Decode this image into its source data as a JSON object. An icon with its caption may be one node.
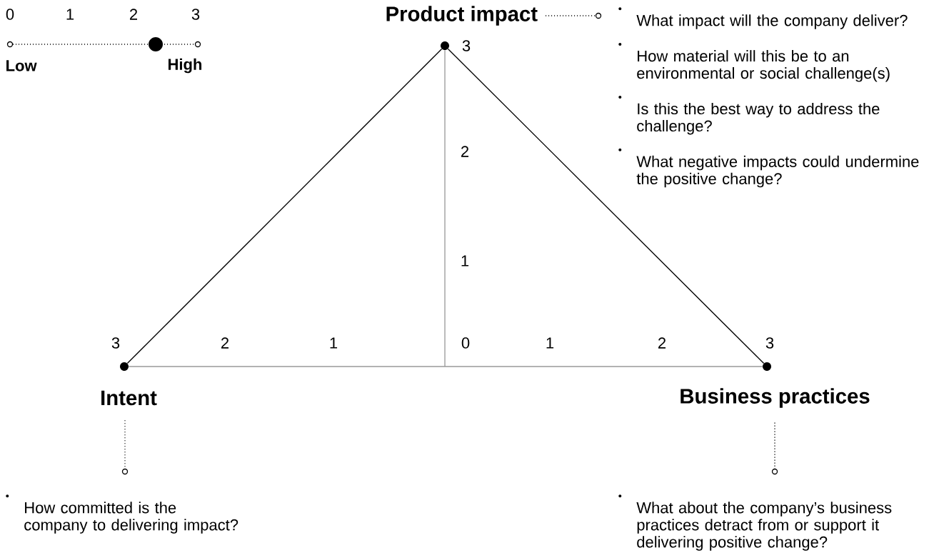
{
  "diagram": {
    "nodes": [
      {
        "text": [
          "Product impact"
        ]
      },
      {
        "text": [
          "What impact will the company deliver?",
          "How material will this be to an environmental or social challenge(s)",
          "Is this the best way to address the challenge?",
          "What negative impacts could undermine the positive change?"
        ]
      },
      {
        "text": [
          "Intent"
        ]
      },
      {
        "text": [
          "How committed is the company to delivering impact?"
        ]
      },
      {
        "text": [
          "Business practices"
        ]
      },
      {
        "text": [
          "What about the company’s business practices detract from or support it delivering positive change?"
        ]
      },
      {
        "text": [],
        "shape": "circle"
      },
      {
        "text": [],
        "shape": "circle"
      },
      {
        "text": [],
        "shape": "circle"
      },
      {
        "text": [],
        "shape": "circle"
      },
      {
        "text": [],
        "shape": "circle"
      },
      {
        "text": [],
        "shape": "circle"
      }
    ],
    "edges": [
      {
        "from": 0,
        "to": 9,
        "arrow": "none",
        "style": "dashed"
      },
      {
        "from": 2,
        "to": 10,
        "arrow": "none",
        "style": "dashed"
      },
      {
        "from": 4,
        "to": 11,
        "arrow": "none",
        "style": "dashed"
      },
      {
        "from": 6,
        "to": 7,
        "arrow": "none"
      },
      {
        "from": 6,
        "to": 8,
        "arrow": "none"
      },
      {
        "from": 7,
        "to": 8,
        "arrow": "none",
        "color": "#999999"
      },
      {
        "from": 6,
        "to": null,
        "arrow": "none",
        "color": "#999999"
      }
    ],
    "labels": [
      "0",
      "1",
      "2",
      "3",
      "Low",
      "High",
      "3",
      "2",
      "1",
      "3",
      "2",
      "1",
      "0",
      "1",
      "2",
      "3"
    ]
  }
}
